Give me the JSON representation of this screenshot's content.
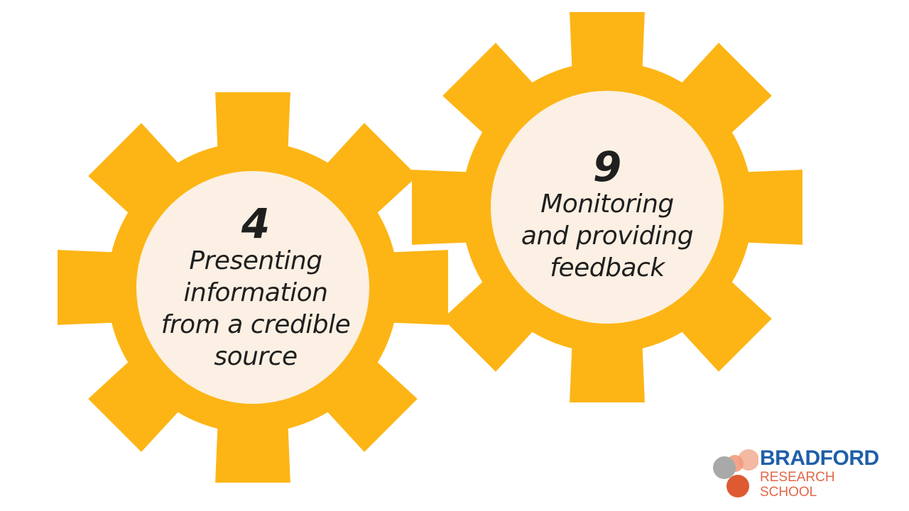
{
  "colors": {
    "gear": "#FDB515",
    "hub": "#FBF0E3",
    "text": "#1f1f1f",
    "logo_blue": "#1f5fa8",
    "logo_orange": "#e0684a"
  },
  "gears": [
    {
      "number": "4",
      "label": "Presenting\ninformation\nfrom a credible\nsource"
    },
    {
      "number": "9",
      "label": "Monitoring\nand providing\nfeedback"
    }
  ],
  "logo": {
    "line1": "BRADFORD",
    "line2": "RESEARCH",
    "line3": "SCHOOL"
  }
}
